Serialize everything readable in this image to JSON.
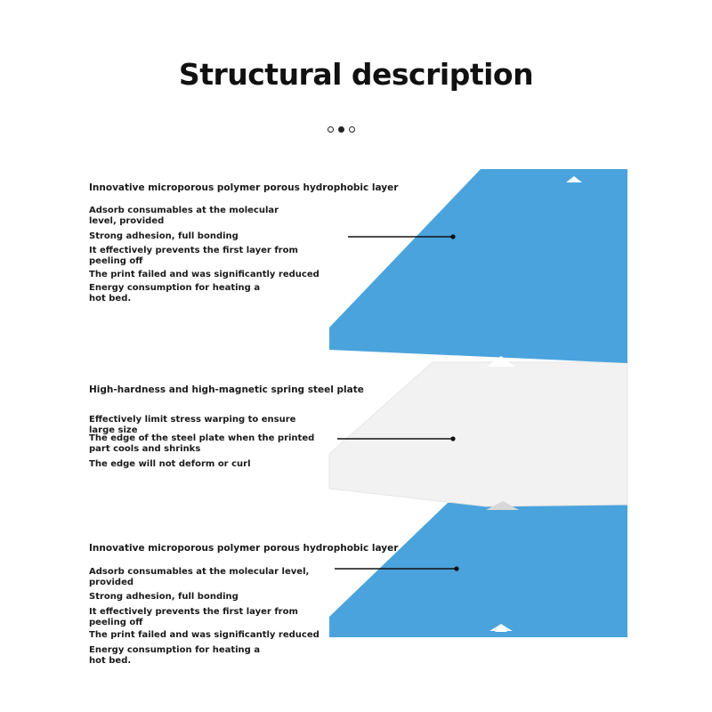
{
  "title": "Structural description",
  "carousel": {
    "dot_count": 3,
    "active_index": 1
  },
  "colors": {
    "blue_plate": "#4aa3dc",
    "blue_plate_edge": "#3d93cc",
    "steel_plate": "#f2f2f2",
    "steel_plate_edge": "#e3e3e3",
    "leader_line": "#111111",
    "text": "#1a1a1a"
  },
  "layers": [
    {
      "name": "top-pei-layer",
      "heading": "Innovative microporous polymer porous hydrophobic layer",
      "lines": [
        "Adsorb consumables at the molecular\nlevel, provided",
        "Strong adhesion, full bonding",
        "It effectively prevents the first layer from\npeeling off",
        "The print failed and was significantly reduced",
        "Energy consumption for heating a\nhot bed."
      ]
    },
    {
      "name": "steel-plate-layer",
      "heading": "High-hardness and high-magnetic spring steel plate",
      "lines": [
        "Effectively limit stress warping to ensure large size",
        "The edge of the steel plate when the printed\npart cools and shrinks",
        "The edge will not deform or curl"
      ]
    },
    {
      "name": "bottom-pei-layer",
      "heading": "Innovative microporous polymer porous hydrophobic layer",
      "lines": [
        "Adsorb consumables at the molecular level,\nprovided",
        "Strong adhesion, full bonding",
        "It effectively prevents the first layer from\npeeling off",
        "The print failed and was significantly reduced",
        "Energy consumption for heating a\nhot bed."
      ]
    }
  ]
}
